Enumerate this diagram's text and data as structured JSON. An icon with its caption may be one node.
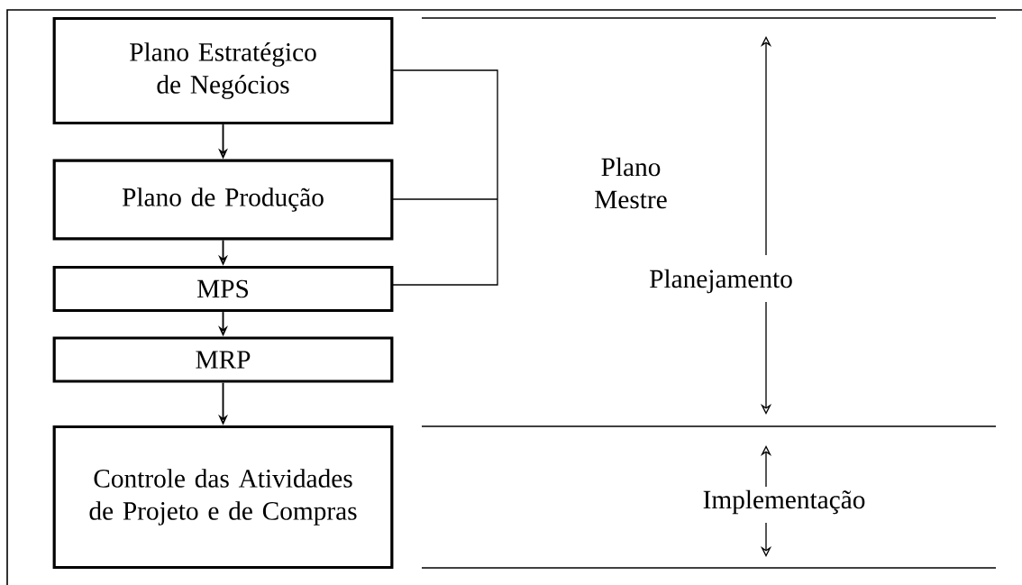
{
  "diagram": {
    "nodes": [
      {
        "text": [
          "Plano Estratégico de Negócios"
        ]
      },
      {
        "text": [
          "Plano de Produção"
        ]
      },
      {
        "text": [
          "MPS"
        ]
      },
      {
        "text": [
          "MRP"
        ]
      },
      {
        "text": [
          "Controle das Atividades de Projeto e de Compras"
        ]
      }
    ],
    "edges": [
      {
        "from": 0,
        "to": 1,
        "arrow": "to"
      },
      {
        "from": 1,
        "to": 2,
        "arrow": "to"
      },
      {
        "from": 2,
        "to": 3,
        "arrow": "to"
      },
      {
        "from": 3,
        "to": 4,
        "arrow": "to"
      }
    ],
    "labels": [
      "Plano Mestre",
      "Planejamento",
      "Implementação"
    ]
  }
}
